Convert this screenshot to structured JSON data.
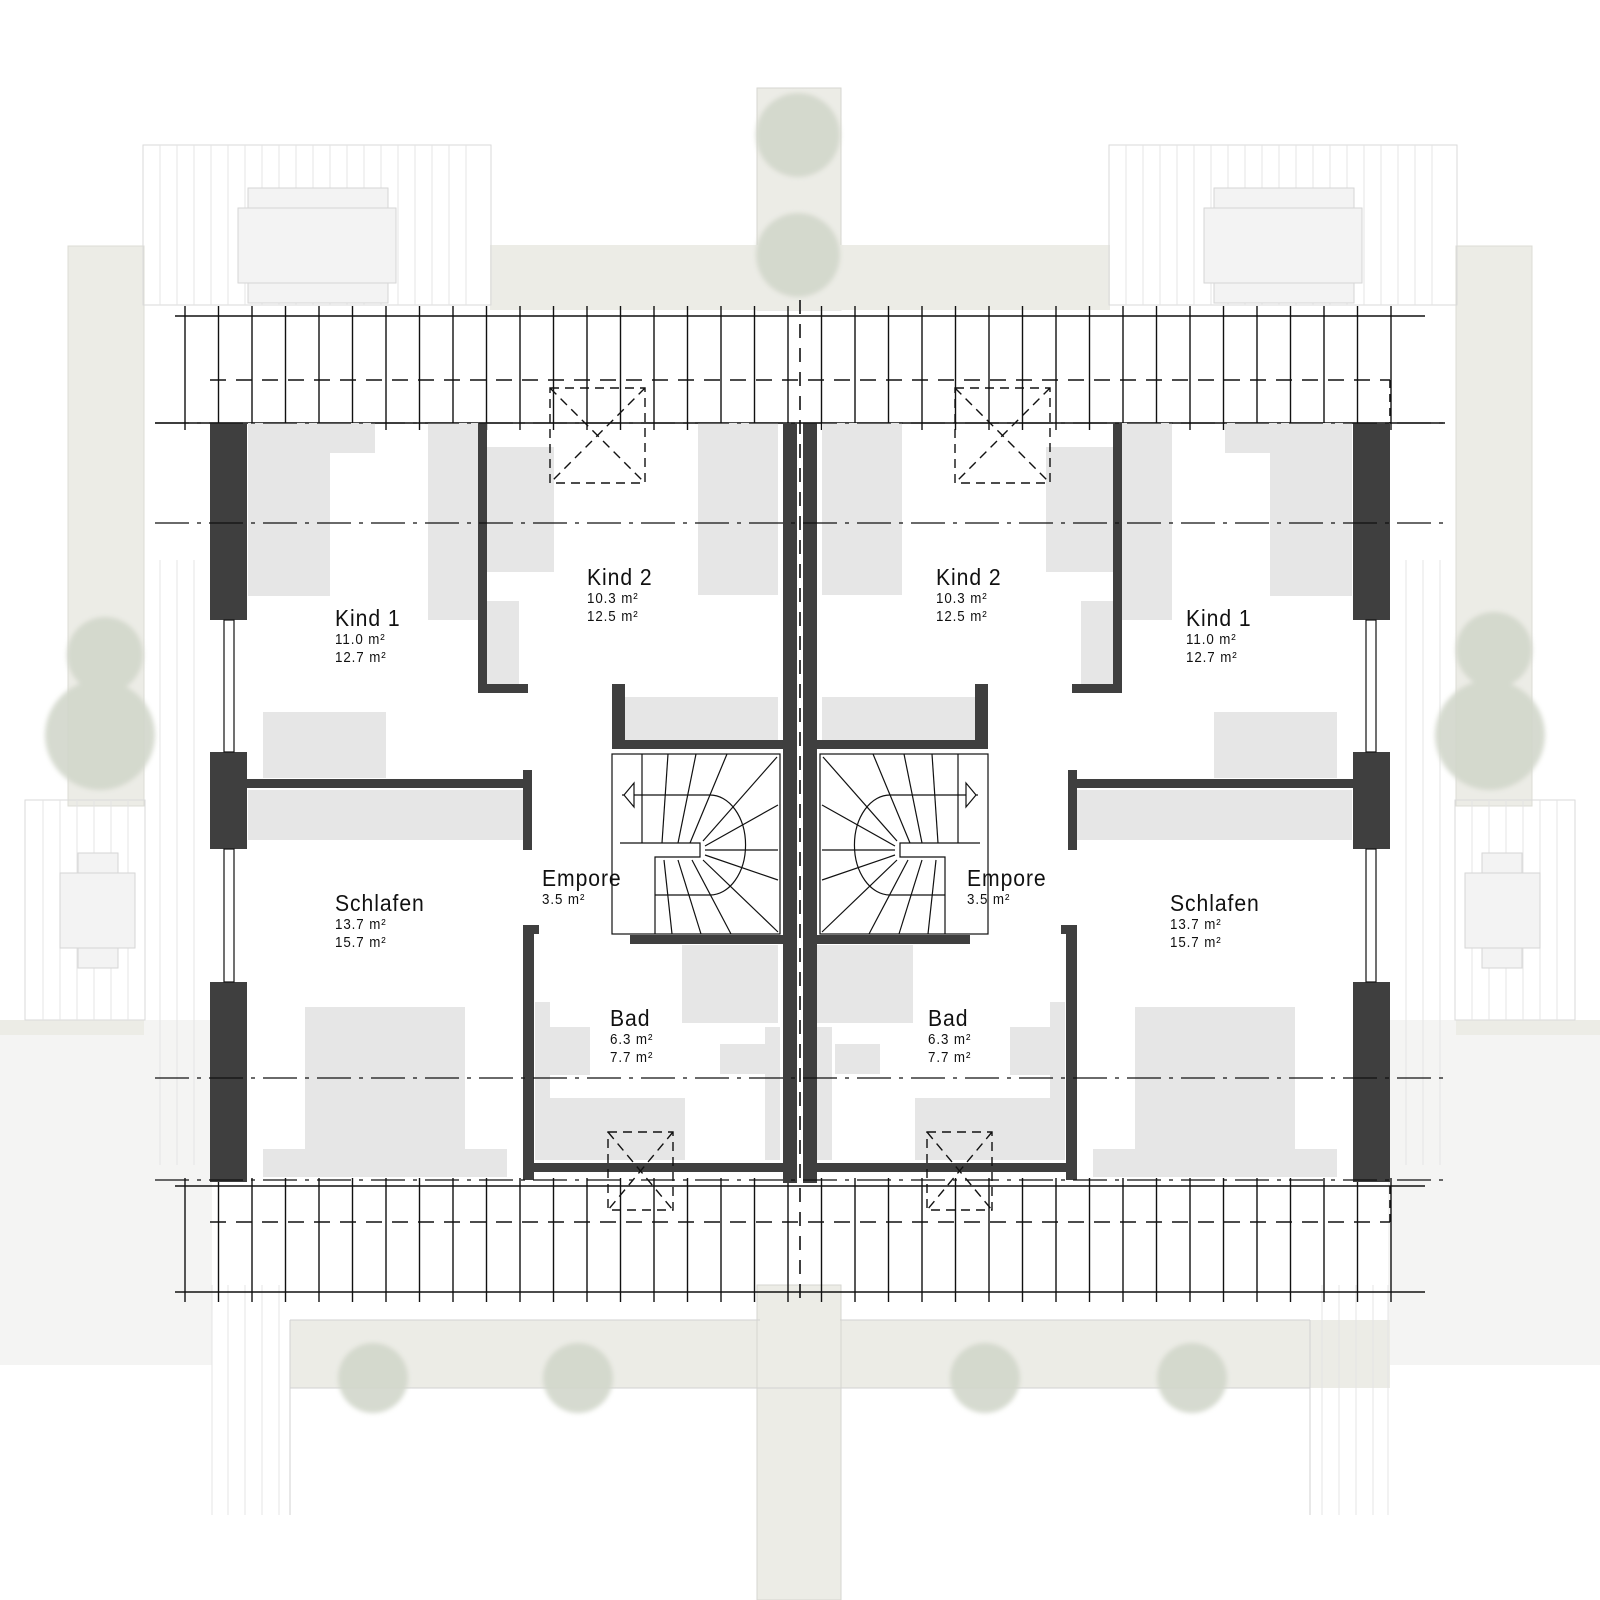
{
  "plan": {
    "type": "floor plan (attic / Dachgeschoss), semi-detached double house, mirrored",
    "colors": {
      "wall": "#3f3f3f",
      "furniture": "#e6e6e6",
      "landscape": "#ecece6",
      "tree": "#d4d8cc",
      "line": "#111111",
      "terrace_line": "#d8d8d8"
    },
    "units": [
      {
        "side": "left",
        "rooms": [
          {
            "name": "Kind 1",
            "area_net": "11.0 m²",
            "area_gross": "12.7 m²"
          },
          {
            "name": "Kind 2",
            "area_net": "10.3 m²",
            "area_gross": "12.5 m²"
          },
          {
            "name": "Empore",
            "area_net": "3.5 m²"
          },
          {
            "name": "Schlafen",
            "area_net": "13.7 m²",
            "area_gross": "15.7 m²"
          },
          {
            "name": "Bad",
            "area_net": "6.3 m²",
            "area_gross": "7.7 m²"
          }
        ]
      },
      {
        "side": "right",
        "rooms": [
          {
            "name": "Kind 1",
            "area_net": "11.0 m²",
            "area_gross": "12.7 m²"
          },
          {
            "name": "Kind 2",
            "area_net": "10.3 m²",
            "area_gross": "12.5 m²"
          },
          {
            "name": "Empore",
            "area_net": "3.5 m²"
          },
          {
            "name": "Schlafen",
            "area_net": "13.7 m²",
            "area_gross": "15.7 m²"
          },
          {
            "name": "Bad",
            "area_net": "6.3 m²",
            "area_gross": "7.7 m²"
          }
        ]
      }
    ]
  }
}
